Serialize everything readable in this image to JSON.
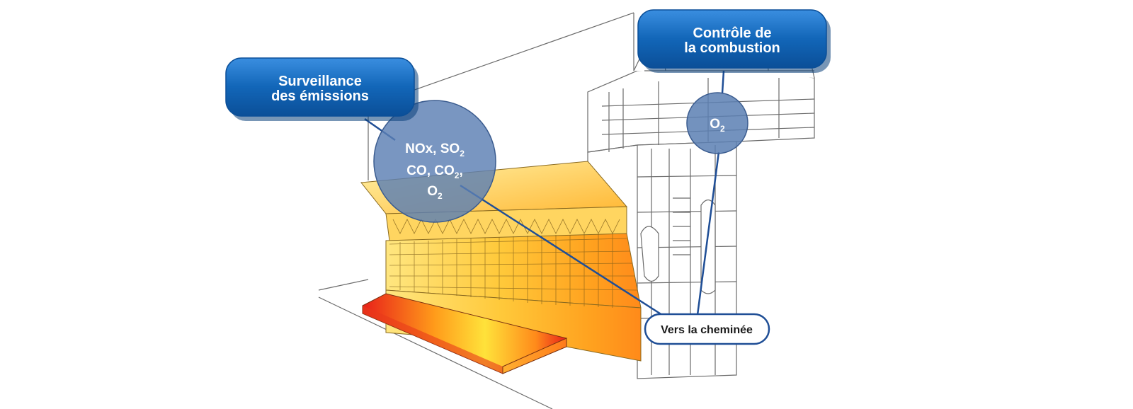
{
  "callouts": {
    "emissions": {
      "line1": "Surveillance",
      "line2": "des émissions"
    },
    "combustion": {
      "line1": "Contrôle de",
      "line2": "la combustion"
    }
  },
  "bubbles": {
    "emissions": {
      "line1_main": "NOx, SO",
      "line1_sub": "2",
      "line2_main": "CO, CO",
      "line2_sub": "2",
      "line2_tail": ",",
      "line3_main": "O",
      "line3_sub": "2"
    },
    "combustion": {
      "main": "O",
      "sub": "2"
    }
  },
  "destination": {
    "label": "Vers la cheminée"
  },
  "colors": {
    "callout_blue": "#1266b8",
    "bubble_fill": "#5b7fb3",
    "connector": "#1f4e96",
    "furnace_yellow": "#ffd84a",
    "furnace_orange": "#ff9a1a",
    "hot_red": "#e8201a",
    "outline": "#555555"
  }
}
